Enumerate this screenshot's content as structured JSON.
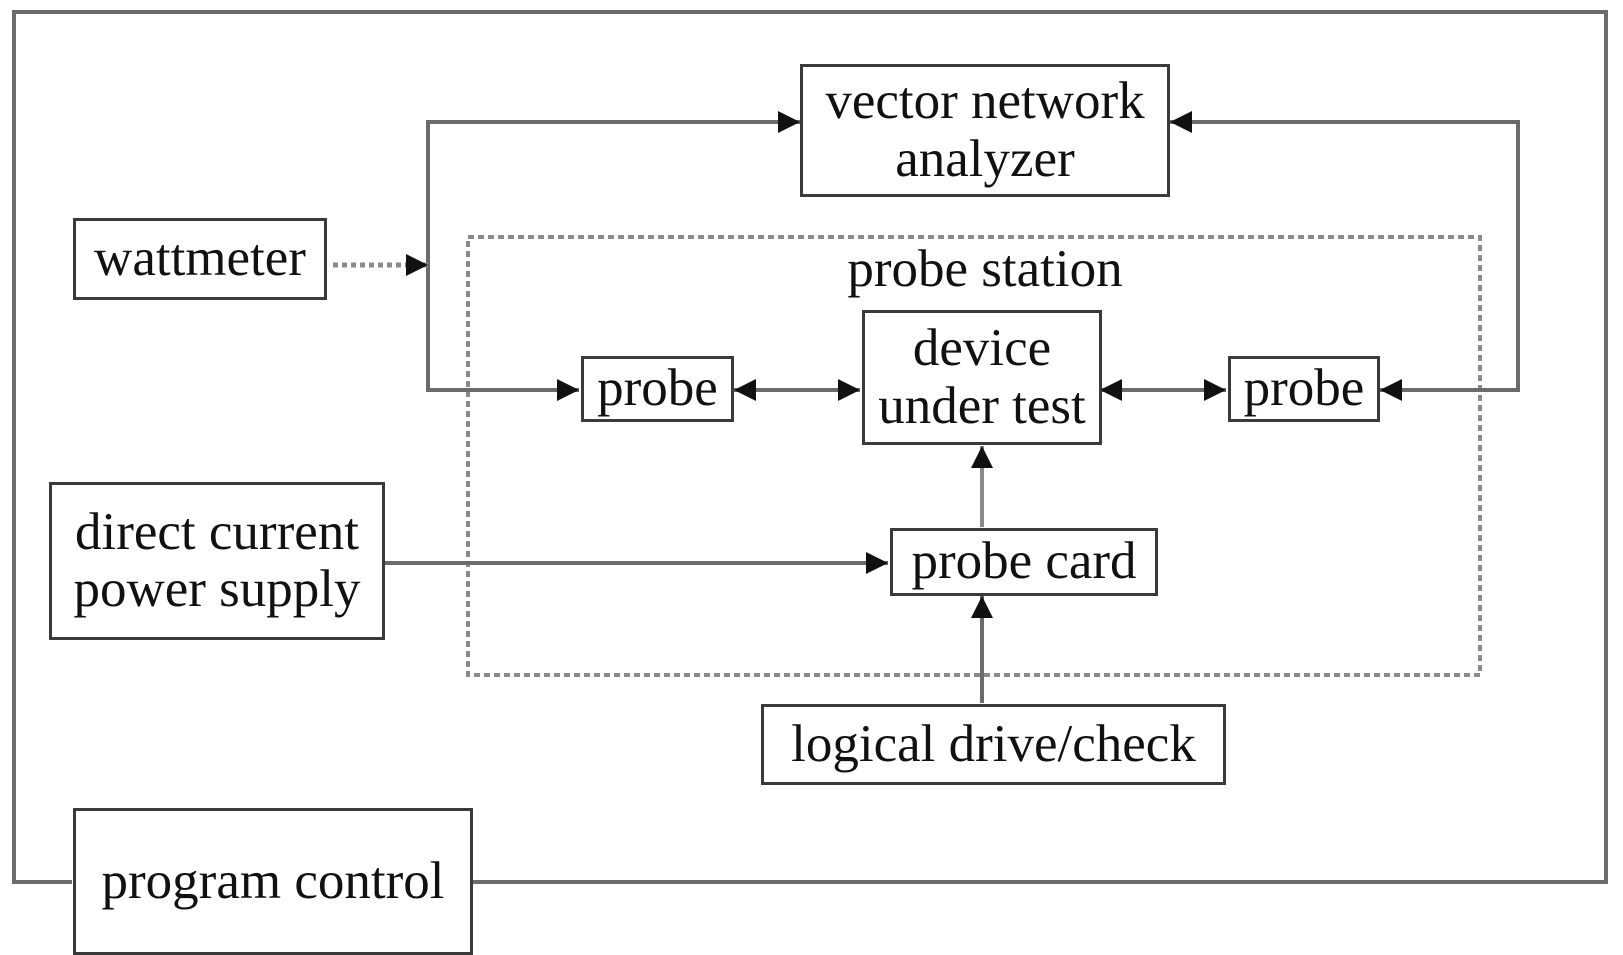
{
  "diagram": {
    "components": {
      "vector_network_analyzer": {
        "lines": [
          "vector network",
          "analyzer"
        ]
      },
      "wattmeter": {
        "label": "wattmeter"
      },
      "probe_station": {
        "label": "probe station"
      },
      "probe_left": {
        "label": "probe"
      },
      "device_under_test": {
        "lines": [
          "device",
          "under test"
        ]
      },
      "probe_right": {
        "label": "probe"
      },
      "dc_power_supply": {
        "lines": [
          "direct current",
          "power supply"
        ]
      },
      "probe_card": {
        "label": "probe card"
      },
      "logical_drive_check": {
        "label": "logical drive/check"
      },
      "program_control": {
        "label": "program control"
      }
    },
    "colors": {
      "line": "#6b6b6b",
      "box_border": "#3a3a3a",
      "dashed_border": "#8a8a8a",
      "arrowhead": "#111111",
      "text": "#111111"
    }
  }
}
